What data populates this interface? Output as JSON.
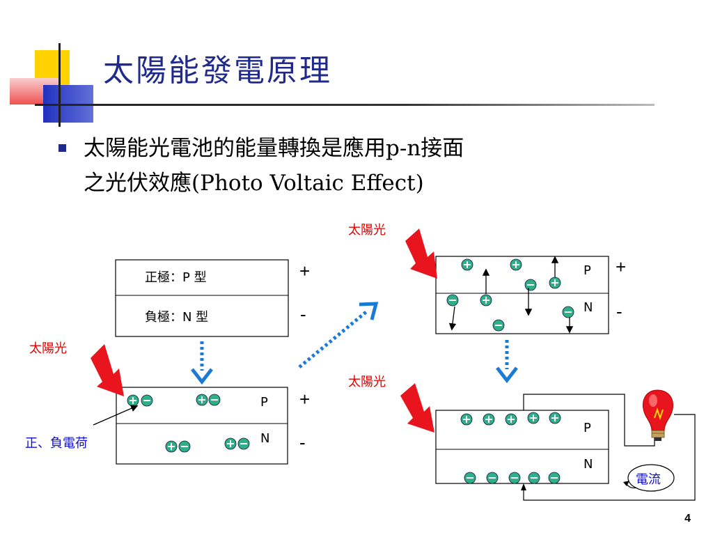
{
  "title": "太陽能發電原理",
  "bullet": {
    "line1": "太陽能光電池的能量轉換是應用p-n接面",
    "line2": "之光伏效應(Photo Voltaic Effect)"
  },
  "panels": {
    "top_left": {
      "positive_label": "正極：P 型",
      "negative_label": "負極：N 型",
      "plus": "+",
      "minus": "-"
    },
    "bottom_left": {
      "sunlight": "太陽光",
      "p": "P",
      "n": "N",
      "plus": "+",
      "minus": "-",
      "charge_label": "正、負電荷"
    },
    "top_right": {
      "sunlight": "太陽光",
      "p": "P",
      "n": "N",
      "plus": "+",
      "minus": "-"
    },
    "bottom_right": {
      "sunlight": "太陽光",
      "p": "P",
      "n": "N",
      "current_label": "電流"
    }
  },
  "page_number": "4",
  "colors": {
    "title": "#1f2a8c",
    "arrow_red": "#e8141e",
    "arrow_blue": "#1a7ad6",
    "charge_fill": "#2faf86"
  }
}
